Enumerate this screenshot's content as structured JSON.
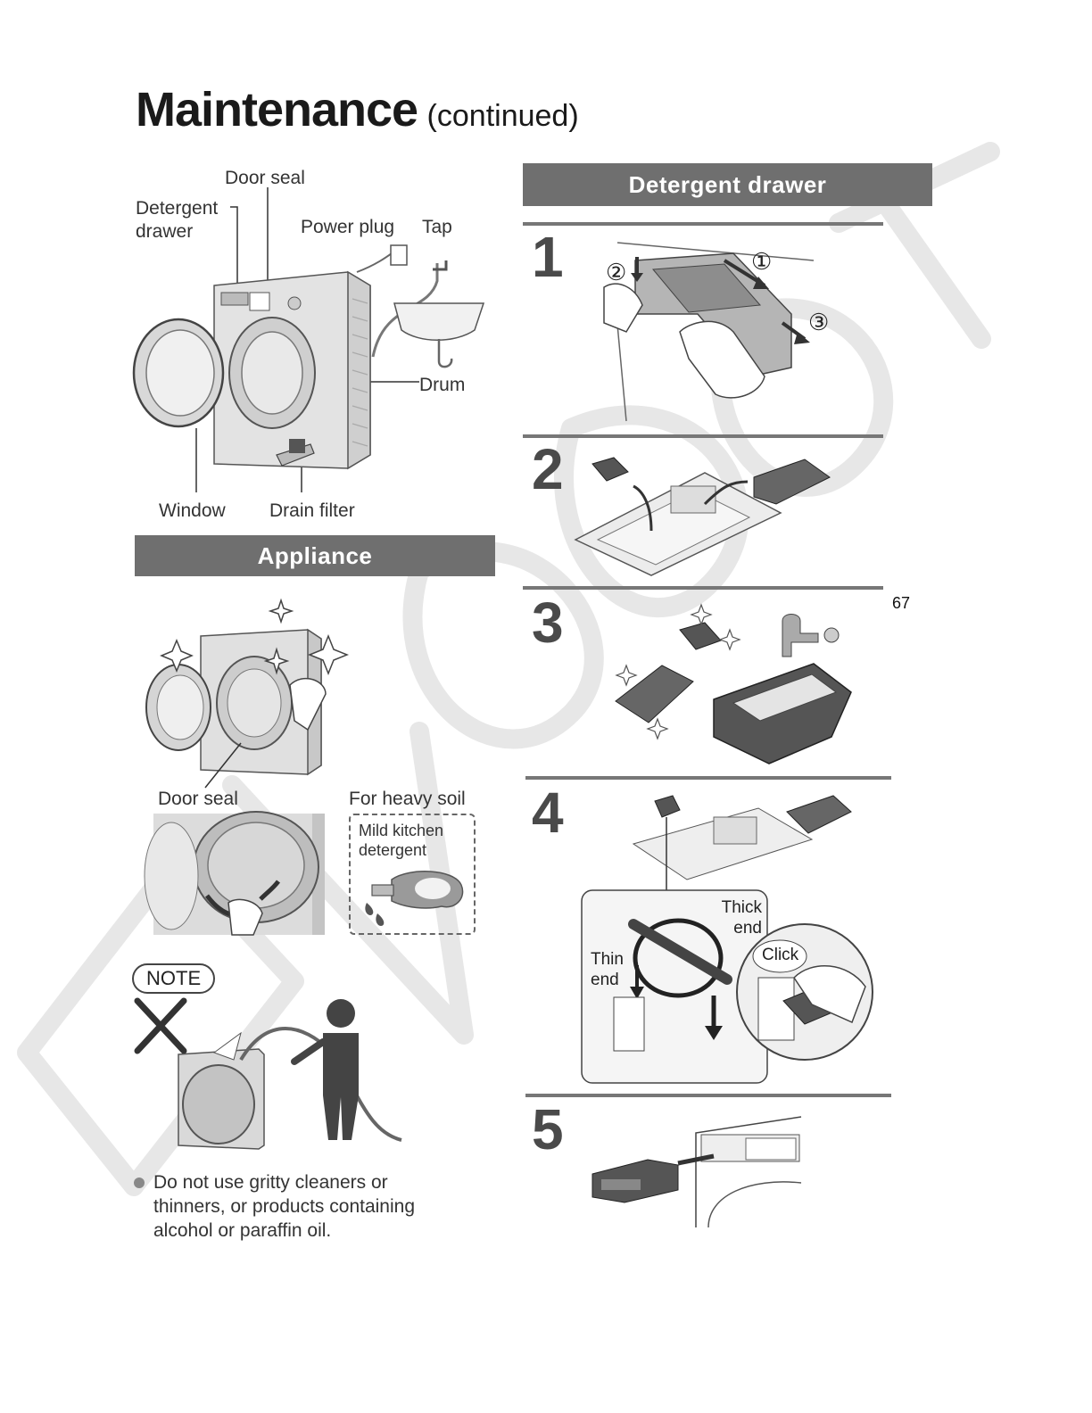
{
  "header": {
    "title": "Maintenance",
    "subtitle": "(continued)"
  },
  "diagram_labels": {
    "door_seal": "Door seal",
    "detergent_drawer_line1": "Detergent",
    "detergent_drawer_line2": "drawer",
    "power_plug": "Power plug",
    "tap": "Tap",
    "drum": "Drum",
    "window": "Window",
    "drain_filter": "Drain filter"
  },
  "appliance": {
    "banner": "Appliance",
    "door_seal_label": "Door seal",
    "heavy_soil_label": "For heavy soil",
    "detergent_line1": "Mild kitchen",
    "detergent_line2": "detergent"
  },
  "note": {
    "label": "NOTE",
    "bullet_line1": "Do not use gritty cleaners or",
    "bullet_line2": "thinners, or products containing",
    "bullet_line3": "alcohol or paraffin oil."
  },
  "drawer": {
    "banner": "Detergent drawer",
    "steps": [
      {
        "number": "1",
        "marks": [
          "①",
          "②",
          "③"
        ]
      },
      {
        "number": "2"
      },
      {
        "number": "3"
      },
      {
        "number": "4",
        "thick_1": "Thick",
        "thick_2": "end",
        "thin_1": "Thin",
        "thin_2": "end",
        "click": "Click"
      },
      {
        "number": "5"
      }
    ]
  },
  "page_fragment": "67"
}
